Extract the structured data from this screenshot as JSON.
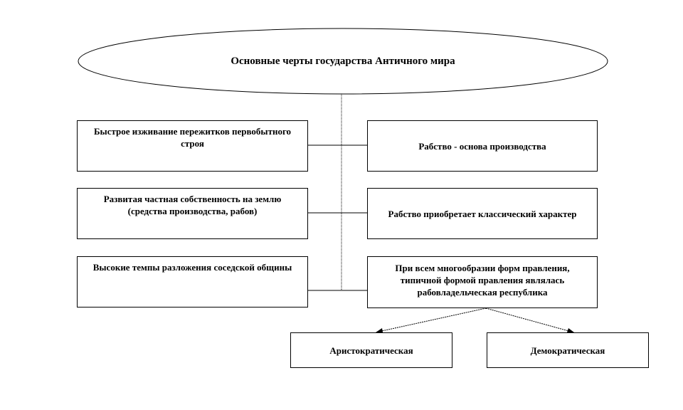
{
  "diagram": {
    "title": "Основные черты государства Античного мира",
    "left_items": [
      "Быстрое изживание пережитков первобытного строя",
      "Развитая частная собственность на землю (средства производства, рабов)",
      "Высокие темпы разложения соседской общины"
    ],
    "right_items": [
      "Рабство - основа производства",
      "Рабство приобретает классический характер",
      "При всем многообразии форм правления, типичной формой правления являлась рабовладельческая республика"
    ],
    "forms": [
      "Аристократическая",
      "Демократическая"
    ]
  }
}
